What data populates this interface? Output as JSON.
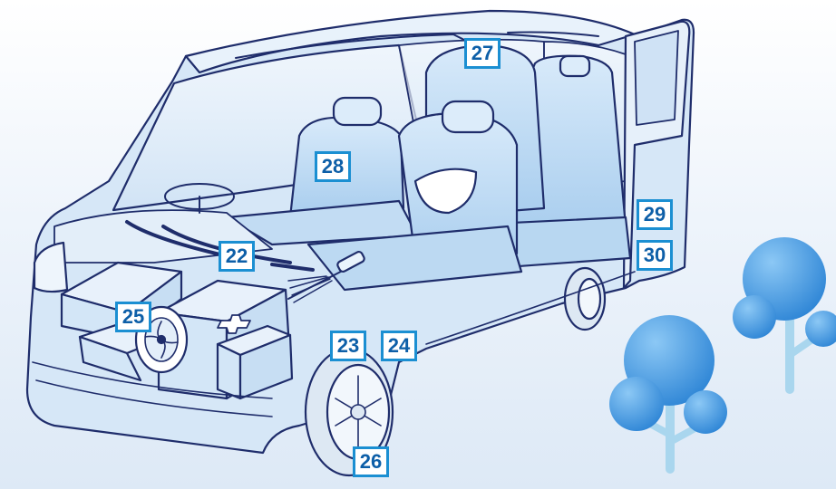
{
  "colors": {
    "outline": "#1f2d6b",
    "body_fill": "#d6e7f7",
    "accent": "#1b8fd2",
    "label_text": "#0d5fa8",
    "tree_fill": "#4a9fe0",
    "trunk": "#a9d6ee"
  },
  "callouts": {
    "c22": "22",
    "c23": "23",
    "c24": "24",
    "c25": "25",
    "c26": "26",
    "c27": "27",
    "c28": "28",
    "c29": "29",
    "c30": "30"
  },
  "icons": [
    "car-illustration",
    "tree-icon",
    "fan-icon",
    "chevrolet-emblem-icon",
    "steering-wheel-icon",
    "wheel-icon"
  ]
}
